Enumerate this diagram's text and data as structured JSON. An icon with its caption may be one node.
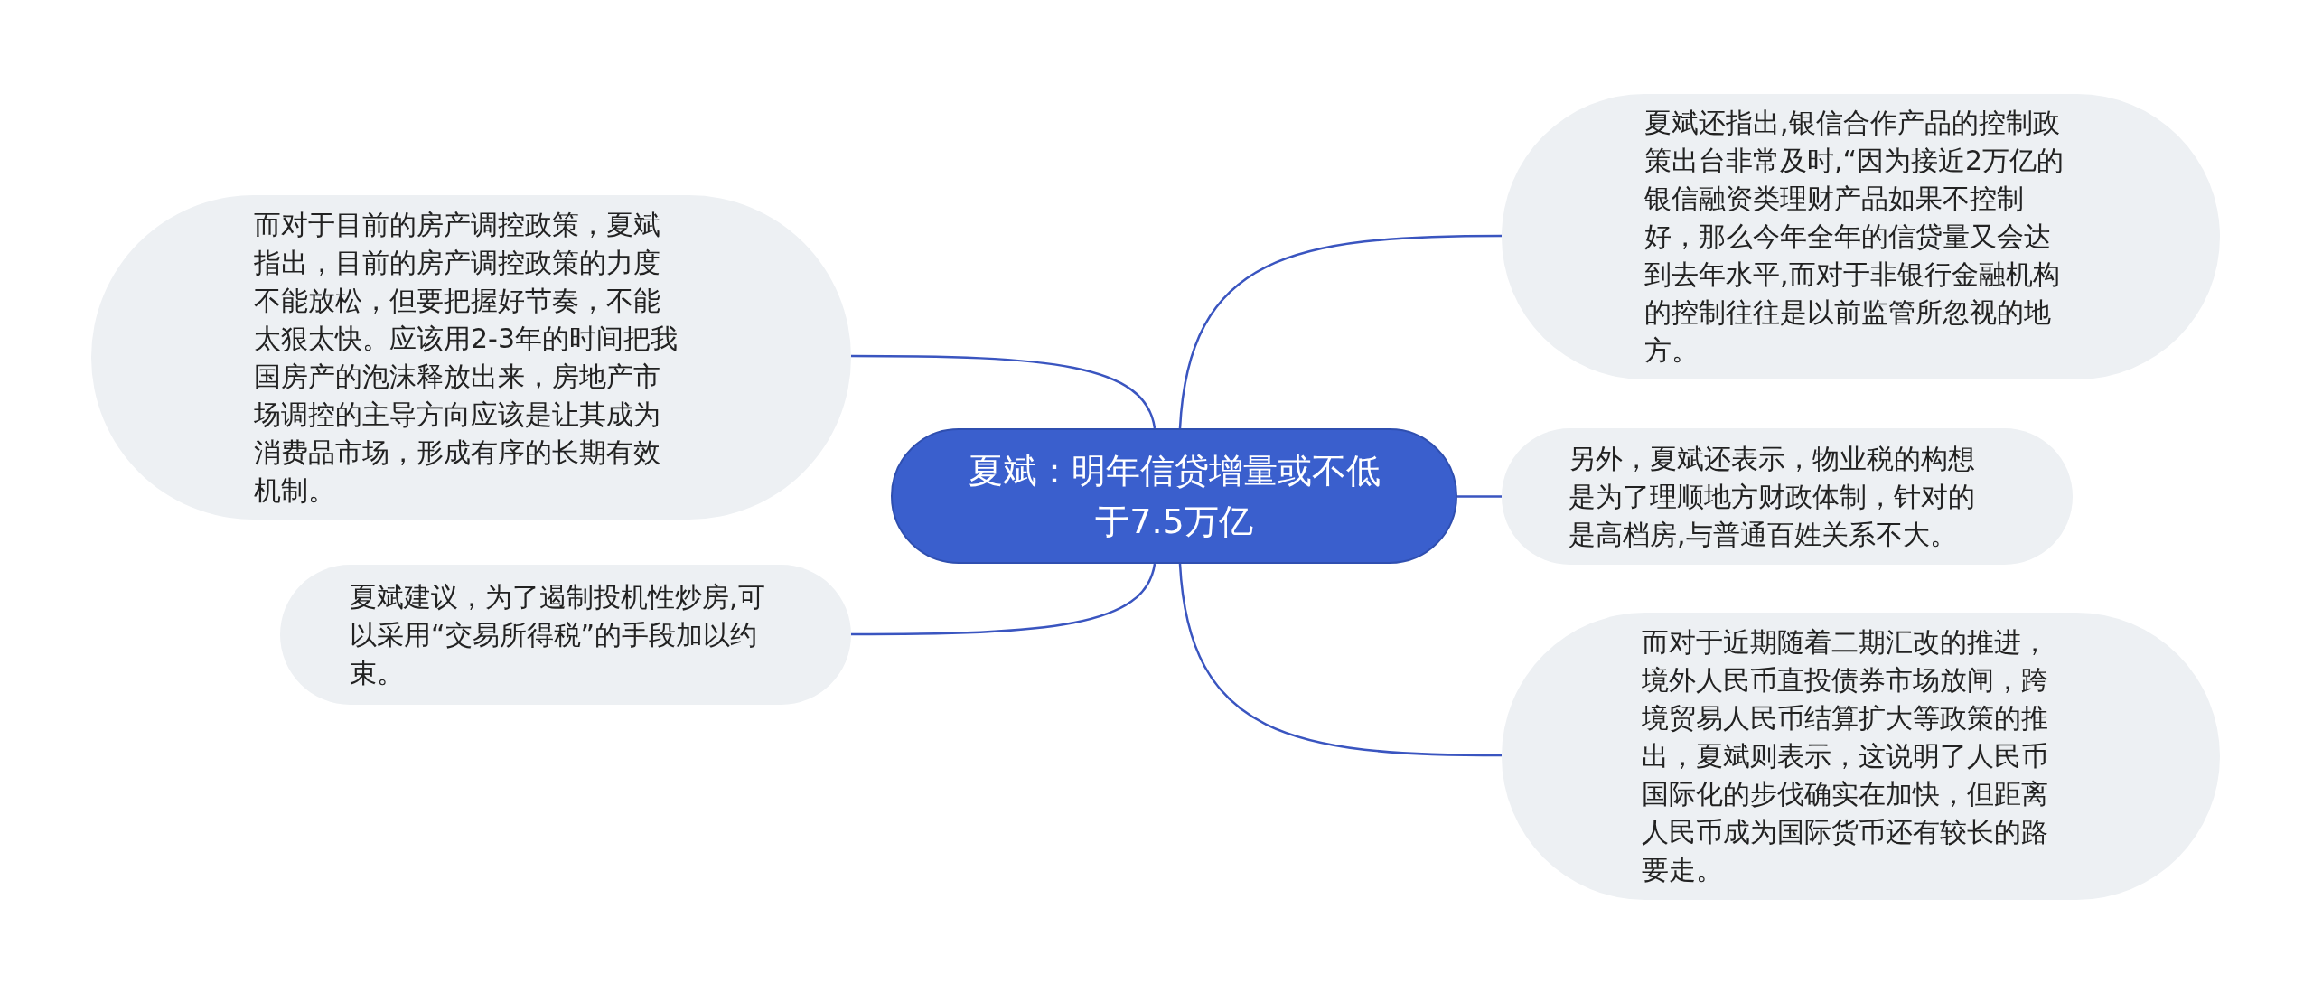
{
  "diagram": {
    "nodes": [
      {
        "text": [
          "夏斌：明年信贷增量或不低于7.5万亿"
        ]
      },
      {
        "text": [
          "而对于目前的房产调控政策，夏斌指出，目前的房产调控政策的力度不能放松，但要把握好节奏，不能太狠太快。应该用2-3年的时间把我国房产的泡沫释放出来，房地产市场调控的主导方向应该是让其成为消费品市场，形成有序的长期有效机制。"
        ]
      },
      {
        "text": [
          "夏斌建议，为了遏制投机性炒房,可以采用“交易所得税”的手段加以约束。"
        ]
      },
      {
        "text": [
          "夏斌还指出,银信合作产品的控制政策出台非常及时,“因为接近2万亿的银信融资类理财产品如果不控制好，那么今年全年的信贷量又会达到去年水平,而对于非银行金融机构的控制往往是以前监管所忽视的地方。"
        ]
      },
      {
        "text": [
          "另外，夏斌还表示，物业税的构想是为了理顺地方财政体制，针对的是高档房,与普通百姓关系不大。"
        ]
      },
      {
        "text": [
          "而对于近期随着二期汇改的推进，境外人民币直投债券市场放闸，跨境贸易人民币结算扩大等政策的推出，夏斌则表示，这说明了人民币国际化的步伐确实在加快，但距离人民币成为国际货币还有较长的路要走。"
        ]
      }
    ],
    "edges": [
      {
        "from": 0,
        "to": 1,
        "arrow": "none"
      },
      {
        "from": 0,
        "to": 2,
        "arrow": "none"
      },
      {
        "from": 0,
        "to": 3,
        "arrow": "none"
      },
      {
        "from": 0,
        "to": 4,
        "arrow": "none"
      },
      {
        "from": 0,
        "to": 5,
        "arrow": "none"
      }
    ]
  }
}
